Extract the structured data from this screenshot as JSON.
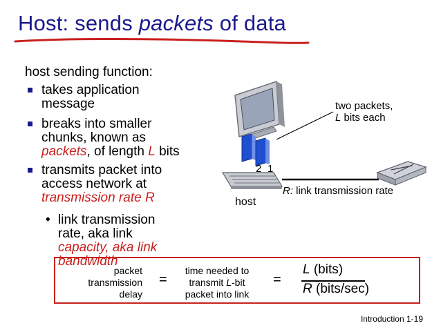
{
  "title": {
    "part1": "Host: sends ",
    "part2": "packets",
    "part3": " of data"
  },
  "intro": "host sending function:",
  "bullets": {
    "b1": {
      "line1": "takes application",
      "line2": "message"
    },
    "b2": {
      "line1": "breaks into smaller",
      "line2": "chunks, known as",
      "line3a": "packets",
      "line3b": ", of length ",
      "line3c": "L",
      "line3d": " bits"
    },
    "b3": {
      "line1": "transmits packet into",
      "line2": "access network at",
      "line3": "transmission rate R"
    },
    "sub": {
      "line1": "link transmission",
      "line2": "rate, aka link",
      "line3": "capacity, aka link",
      "line4": "bandwidth"
    }
  },
  "diagram": {
    "two_packets_line1": "two packets,",
    "two_packets_line2_l": "L",
    "two_packets_line2_rest": " bits each",
    "pkt_num_2": "2",
    "pkt_num_1": "1",
    "rate_label_r": "R:",
    "rate_label_rest": " link transmission rate",
    "host_label": "host"
  },
  "formula": {
    "left_line1": "packet",
    "left_line2": "transmission",
    "left_line3": "delay",
    "eq1": "=",
    "mid_line1": "time needed to",
    "mid_line2a": "transmit ",
    "mid_line2b": "L",
    "mid_line2c": "-bit",
    "mid_line3": "packet into link",
    "eq2": "=",
    "num_l": "L",
    "num_rest": " (bits)",
    "den_r": "R",
    "den_rest": " (bits/sec)"
  },
  "footer": "Introduction 1-19",
  "colors": {
    "title": "#1a1a8c",
    "accent": "#c8201d",
    "packet": "#1f4fd0"
  }
}
